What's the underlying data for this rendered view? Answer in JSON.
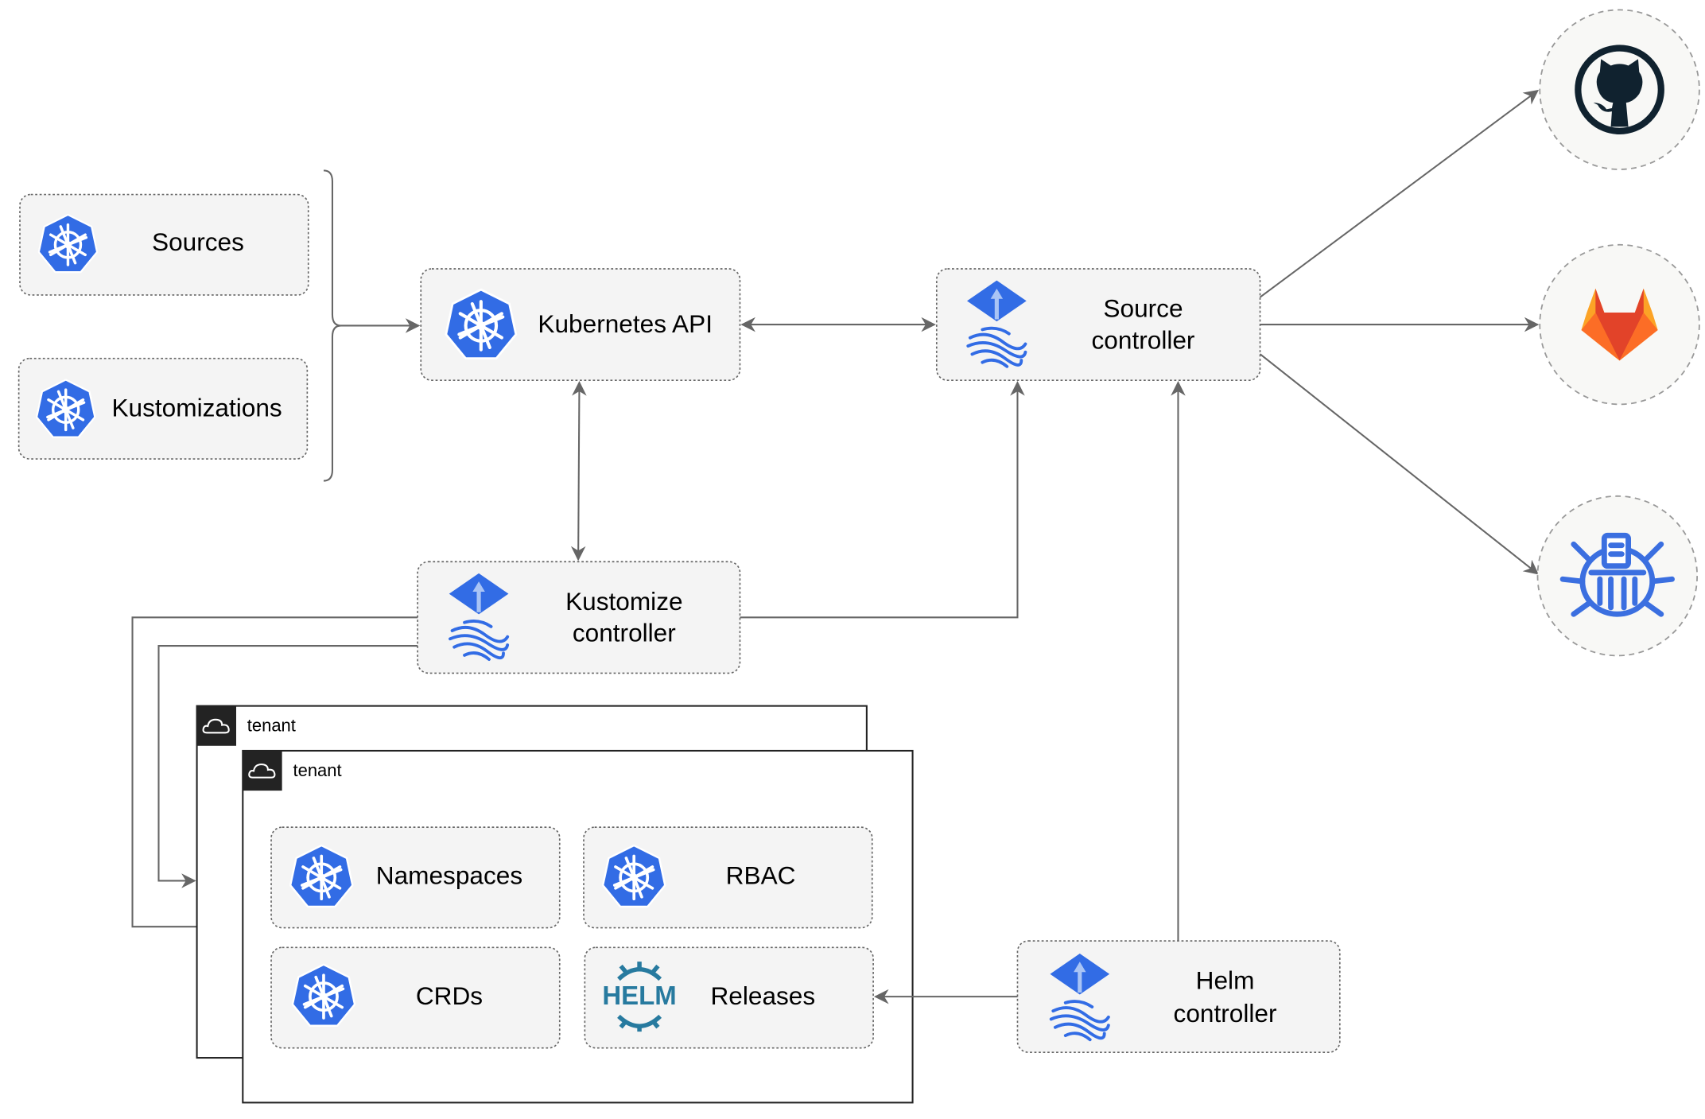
{
  "nodes": {
    "sources": "Sources",
    "kustomizations": "Kustomizations",
    "kubernetes_api": "Kubernetes API",
    "source_controller": [
      "Source",
      "controller"
    ],
    "kustomize_controller": [
      "Kustomize",
      "controller"
    ],
    "helm_controller": [
      "Helm",
      "controller"
    ],
    "namespaces": "Namespaces",
    "rbac": "RBAC",
    "crds": "CRDs",
    "releases": "Releases",
    "helm_logo": "HELM"
  },
  "tenants": [
    "tenant",
    "tenant"
  ],
  "external_sources": [
    {
      "icon": "github-icon",
      "color": "#10222f"
    },
    {
      "icon": "gitlab-icon",
      "color": "#e24329"
    },
    {
      "icon": "bucket-icon",
      "color": "#3b6fe0"
    }
  ],
  "colors": {
    "kubernetes_blue": "#326ce5",
    "edge": "#666666",
    "box_fill": "#f4f4f4"
  }
}
